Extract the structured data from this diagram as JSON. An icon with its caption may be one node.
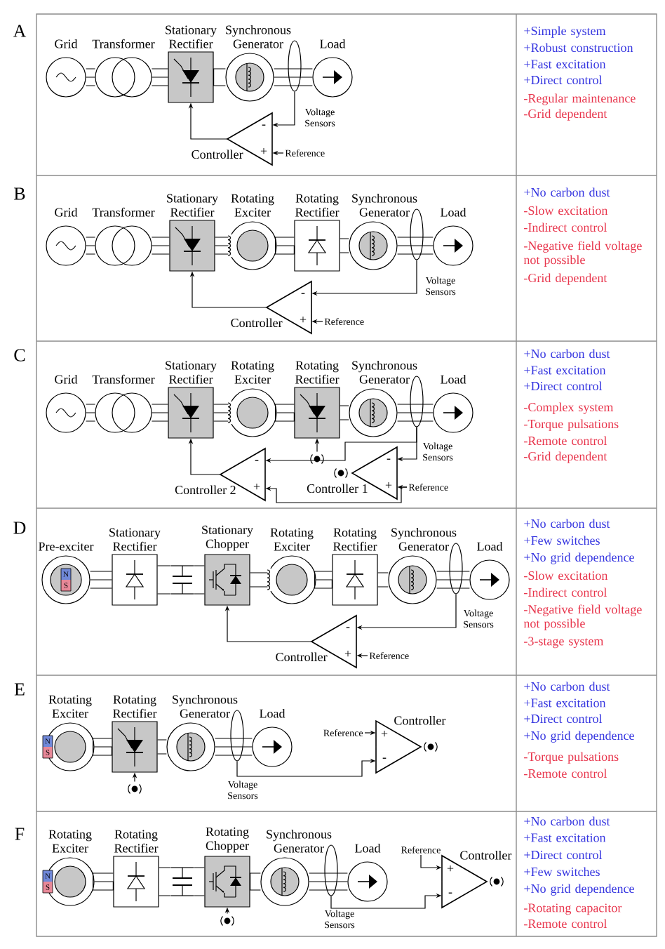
{
  "diagram": {
    "nodes": [
      {
        "text": [
          "Grid"
        ]
      },
      {
        "text": [
          "Transformer"
        ]
      },
      {
        "text": [
          "Stationary Rectifier"
        ]
      },
      {
        "text": [
          "Synchronous Generator"
        ]
      },
      {
        "text": [
          "Voltage Sensors"
        ]
      },
      {
        "text": [
          "Load"
        ]
      },
      {
        "text": [
          "Controller",
          "-",
          "+"
        ]
      },
      {
        "text": [
          "Reference"
        ]
      },
      {
        "text": [
          "Grid"
        ]
      },
      {
        "text": [
          "Transformer"
        ]
      },
      {
        "text": [
          "Stationary Rectifier"
        ]
      },
      {
        "text": [
          "Rotating Exciter"
        ]
      },
      {
        "text": [
          "Rotating Rectifier"
        ]
      },
      {
        "text": [
          "Synchronous Generator"
        ]
      },
      {
        "text": [
          "Voltage Sensors"
        ]
      },
      {
        "text": [
          "Load"
        ]
      },
      {
        "text": [
          "Controller",
          "-",
          "+"
        ]
      },
      {
        "text": [
          "Reference"
        ]
      },
      {
        "text": [
          "Grid"
        ]
      },
      {
        "text": [
          "Transformer"
        ]
      },
      {
        "text": [
          "Stationary Rectifier"
        ]
      },
      {
        "text": [
          "Rotating Exciter"
        ]
      },
      {
        "text": [
          "Rotating Rectifier"
        ]
      },
      {
        "text": [
          "Synchronous Generator"
        ]
      },
      {
        "text": [
          "Voltage Sensors"
        ]
      },
      {
        "text": [
          "Load"
        ]
      },
      {
        "text": [],
        "shape": "antenna"
      },
      {
        "text": [
          "Controller 2",
          "-",
          "+"
        ]
      },
      {
        "text": [],
        "shape": "antenna"
      },
      {
        "text": [
          "Controller 1",
          "-",
          "+"
        ]
      },
      {
        "text": [
          "Reference"
        ]
      },
      {
        "text": [
          "Pre-exciter",
          "N",
          "S"
        ]
      },
      {
        "text": [
          "Stationary Rectifier"
        ]
      },
      {
        "text": [],
        "shape": "capacitor"
      },
      {
        "text": [
          "Stationary Chopper"
        ]
      },
      {
        "text": [
          "Rotating Exciter"
        ]
      },
      {
        "text": [
          "Rotating Rectifier"
        ]
      },
      {
        "text": [
          "Synchronous Generator"
        ]
      },
      {
        "text": [
          "Voltage Sensors"
        ]
      },
      {
        "text": [
          "Load"
        ]
      },
      {
        "text": [
          "Controller",
          "-",
          "+"
        ]
      },
      {
        "text": [
          "Reference"
        ]
      },
      {
        "text": [
          "Rotating Exciter",
          "N",
          "S"
        ]
      },
      {
        "text": [
          "Rotating Rectifier"
        ]
      },
      {
        "text": [],
        "shape": "antenna"
      },
      {
        "text": [
          "Synchronous Generator"
        ]
      },
      {
        "text": [
          "Voltage Sensors"
        ]
      },
      {
        "text": [
          "Load"
        ]
      },
      {
        "text": [
          "Reference"
        ]
      },
      {
        "text": [
          "Controller",
          "+",
          "-"
        ]
      },
      {
        "text": [],
        "shape": "antenna"
      },
      {
        "text": [
          "Rotating Exciter",
          "N",
          "S"
        ]
      },
      {
        "text": [
          "Rotating Rectifier"
        ]
      },
      {
        "text": [],
        "shape": "capacitor"
      },
      {
        "text": [
          "Rotating Chopper"
        ]
      },
      {
        "text": [],
        "shape": "antenna"
      },
      {
        "text": [
          "Synchronous Generator"
        ]
      },
      {
        "text": [
          "Voltage Sensors"
        ]
      },
      {
        "text": [
          "Load"
        ]
      },
      {
        "text": [
          "Reference"
        ]
      },
      {
        "text": [
          "Controller",
          "+",
          "-"
        ]
      },
      {
        "text": [],
        "shape": "antenna"
      }
    ],
    "edges": [
      {
        "from": 0,
        "to": 1,
        "arrow": "none"
      },
      {
        "from": 1,
        "to": 2,
        "arrow": "none"
      },
      {
        "from": 2,
        "to": 3,
        "arrow": "none"
      },
      {
        "from": 3,
        "to": 5,
        "arrow": "none"
      },
      {
        "from": 4,
        "to": 6,
        "arrow": "to"
      },
      {
        "from": 7,
        "to": 6,
        "arrow": "to"
      },
      {
        "from": 6,
        "to": 2,
        "arrow": "to"
      },
      {
        "from": 8,
        "to": 9,
        "arrow": "none"
      },
      {
        "from": 9,
        "to": 10,
        "arrow": "none"
      },
      {
        "from": 10,
        "to": 11,
        "arrow": "none"
      },
      {
        "from": 12,
        "to": 11,
        "arrow": "none"
      },
      {
        "from": 12,
        "to": 13,
        "arrow": "none"
      },
      {
        "from": 13,
        "to": 15,
        "arrow": "none"
      },
      {
        "from": 14,
        "to": 16,
        "arrow": "to"
      },
      {
        "from": 17,
        "to": 16,
        "arrow": "to"
      },
      {
        "from": 16,
        "to": 10,
        "arrow": "to"
      },
      {
        "from": 18,
        "to": 19,
        "arrow": "none"
      },
      {
        "from": 19,
        "to": 20,
        "arrow": "none"
      },
      {
        "from": 20,
        "to": 21,
        "arrow": "none"
      },
      {
        "from": 22,
        "to": 21,
        "arrow": "none"
      },
      {
        "from": 22,
        "to": 23,
        "arrow": "none"
      },
      {
        "from": 23,
        "to": 25,
        "arrow": "none"
      },
      {
        "from": 26,
        "to": 22,
        "arrow": "to"
      },
      {
        "from": 27,
        "to": 20,
        "arrow": "to"
      },
      {
        "from": 24,
        "to": 29,
        "arrow": "to"
      },
      {
        "from": 24,
        "to": 27,
        "arrow": "to"
      },
      {
        "from": 30,
        "to": 29,
        "arrow": "to"
      },
      {
        "from": 30,
        "to": 27,
        "arrow": "to"
      },
      {
        "from": 31,
        "to": 32,
        "arrow": "none"
      },
      {
        "from": 32,
        "to": 33,
        "arrow": "none"
      },
      {
        "from": 33,
        "to": 34,
        "arrow": "none"
      },
      {
        "from": 34,
        "to": 35,
        "arrow": "none"
      },
      {
        "from": 36,
        "to": 35,
        "arrow": "none"
      },
      {
        "from": 36,
        "to": 37,
        "arrow": "none"
      },
      {
        "from": 37,
        "to": 39,
        "arrow": "none"
      },
      {
        "from": 38,
        "to": 40,
        "arrow": "to"
      },
      {
        "from": 41,
        "to": 40,
        "arrow": "to"
      },
      {
        "from": 40,
        "to": 34,
        "arrow": "to"
      },
      {
        "from": 43,
        "to": 42,
        "arrow": "none"
      },
      {
        "from": 43,
        "to": 45,
        "arrow": "none"
      },
      {
        "from": 45,
        "to": 47,
        "arrow": "none"
      },
      {
        "from": 44,
        "to": 43,
        "arrow": "to"
      },
      {
        "from": 46,
        "to": 49,
        "arrow": "to"
      },
      {
        "from": 48,
        "to": 49,
        "arrow": "to"
      },
      {
        "from": 52,
        "to": 51,
        "arrow": "none"
      },
      {
        "from": 52,
        "to": 53,
        "arrow": "none"
      },
      {
        "from": 53,
        "to": 54,
        "arrow": "none"
      },
      {
        "from": 54,
        "to": 56,
        "arrow": "none"
      },
      {
        "from": 56,
        "to": 58,
        "arrow": "none"
      },
      {
        "from": 55,
        "to": 54,
        "arrow": "to"
      },
      {
        "from": 57,
        "to": 60,
        "arrow": "to"
      },
      {
        "from": 59,
        "to": 60,
        "arrow": "to"
      }
    ],
    "labels": [
      "A",
      "+Simple system",
      "+Robust construction",
      "+Fast excitation",
      "+Direct control",
      "-Regular maintenance",
      "-Grid dependent",
      "B",
      "+No carbon dust",
      "-Slow excitation",
      "-Indirect control",
      "-Negative field voltage not possible",
      "-Grid dependent",
      "C",
      "+No carbon dust",
      "+Fast excitation",
      "+Direct control",
      "-Complex system",
      "-Torque pulsations",
      "-Remote control",
      "-Grid dependent",
      "D",
      "+No carbon dust",
      "+Few switches",
      "+No grid dependence",
      "-Slow excitation",
      "-Indirect control",
      "-Negative field voltage not possible",
      "-3-stage system",
      "E",
      "+No carbon dust",
      "+Fast excitation",
      "+Direct control",
      "+No grid dependence",
      "-Torque pulsations",
      "-Remote control",
      "F",
      "+No carbon dust",
      "+Fast excitation",
      "+Direct control",
      "+Few switches",
      "+No grid dependence",
      "-Rotating capacitor",
      "-Remote control"
    ]
  }
}
